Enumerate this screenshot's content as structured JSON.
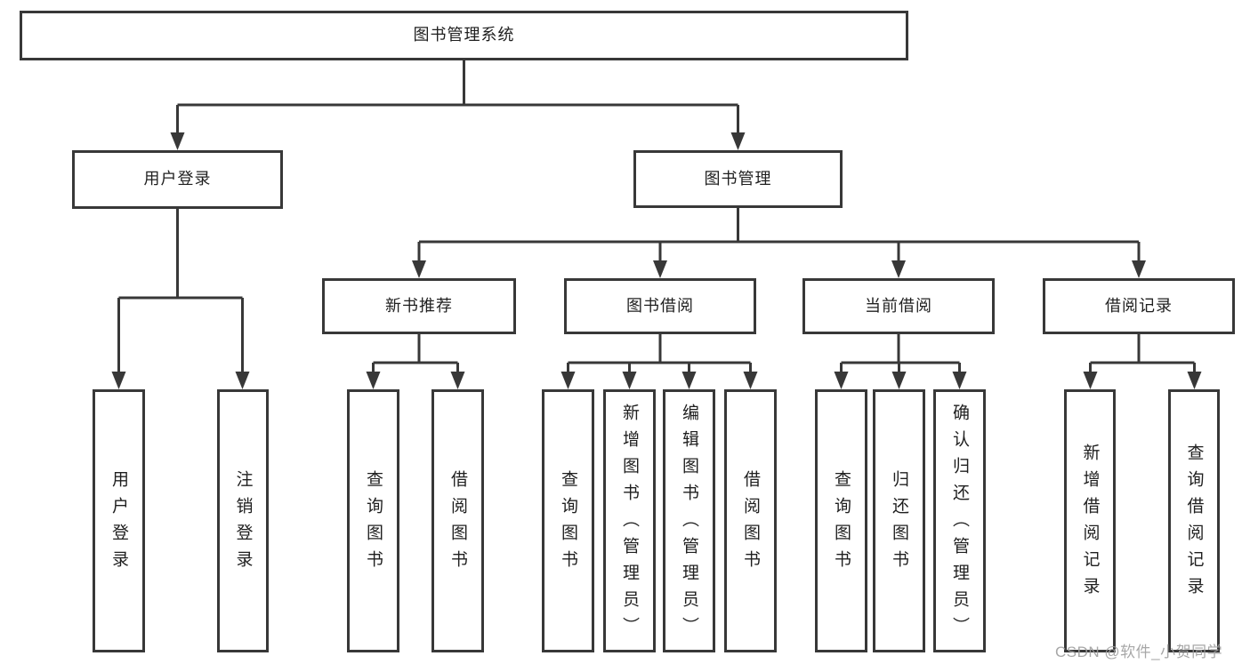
{
  "diagram": {
    "root": "图书管理系统",
    "level2": {
      "user": {
        "label": "用户登录",
        "children": [
          "用户登录",
          "注销登录"
        ]
      },
      "book": {
        "label": "图书管理",
        "sections": [
          {
            "label": "新书推荐",
            "children": [
              "查询图书",
              "借阅图书"
            ]
          },
          {
            "label": "图书借阅",
            "children": [
              "查询图书",
              "新增图书（管理员）",
              "编辑图书（管理员）",
              "借阅图书"
            ]
          },
          {
            "label": "当前借阅",
            "children": [
              "查询图书",
              "归还图书",
              "确认归还（管理员）"
            ]
          },
          {
            "label": "借阅记录",
            "children": [
              "新增借阅记录",
              "查询借阅记录"
            ]
          }
        ]
      }
    }
  },
  "colors": {
    "line": "#383838",
    "text": "#1f1f1f",
    "watermark": "#9e9e9e",
    "background": "#ffffff"
  },
  "watermark": "CSDN @软件_小贺同学"
}
